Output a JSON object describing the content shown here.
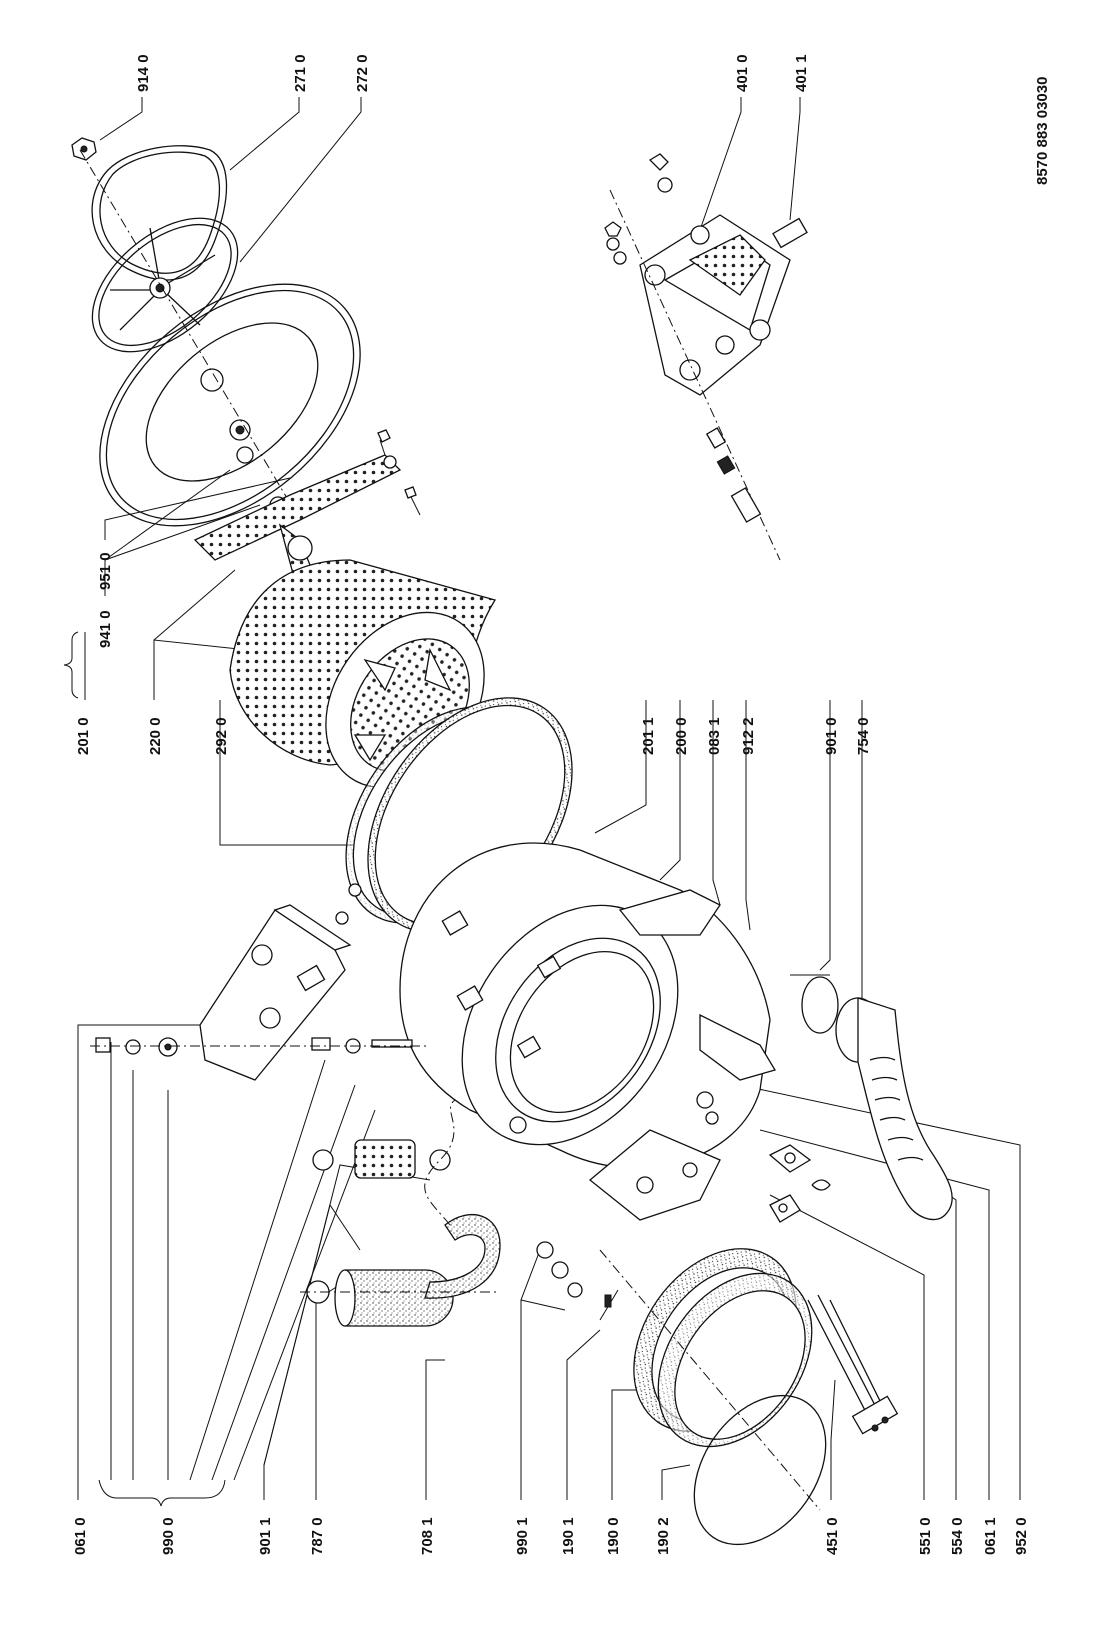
{
  "document_code": "8570 883 03030",
  "labels": {
    "p914_0": "914 0",
    "p271_0": "271 0",
    "p272_0": "272 0",
    "p401_0": "401 0",
    "p401_1": "401 1",
    "p941_0": "941 0",
    "p951_0": "951 0",
    "p201_0": "201 0",
    "p220_0": "220 0",
    "p292_0": "292 0",
    "p201_1": "201 1",
    "p200_0": "200 0",
    "p083_1": "083 1",
    "p912_2": "912 2",
    "p901_0": "901 0",
    "p754_0": "754 0",
    "p061_0": "061 0",
    "p990_0": "990 0",
    "p901_1": "901 1",
    "p787_0": "787 0",
    "p708_1": "708 1",
    "p990_1": "990 1",
    "p190_1": "190 1",
    "p190_0": "190 0",
    "p190_2": "190 2",
    "p451_0": "451 0",
    "p551_0": "551 0",
    "p554_0": "554 0",
    "p061_1": "061 1",
    "p952_0": "952 0"
  }
}
